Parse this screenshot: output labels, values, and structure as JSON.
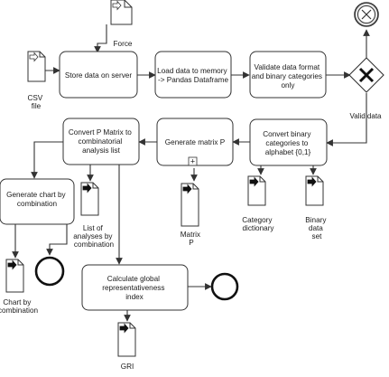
{
  "tasks": {
    "store": "Store data on server",
    "load": [
      "Load data to memory",
      "-> Pandas Dataframe"
    ],
    "validate": [
      "Validate data format",
      "and binary categories",
      "only"
    ],
    "convert_binary": [
      "Convert binary",
      "categories to",
      "alphabet {0,1}"
    ],
    "gen_matrix": "Generate matrix P",
    "convert_p": [
      "Convert P Matrix to",
      "combinatorial",
      "analysis list"
    ],
    "gen_chart": [
      "Generate chart by",
      "combination"
    ],
    "calc_gri": [
      "Calculate global",
      "representativeness",
      "index"
    ]
  },
  "data_objects": {
    "force": "Force",
    "csv": [
      "CSV",
      "file"
    ],
    "category_dict": [
      "Category",
      "dictionary"
    ],
    "binary_set": [
      "Binary",
      "data",
      "set"
    ],
    "matrix_p": [
      "Matrix",
      "P"
    ],
    "analyses_list": [
      "List of",
      "analyses by",
      "combination"
    ],
    "chart": [
      "Chart by",
      "combination"
    ],
    "gri": "GRI"
  },
  "gateway_label": "Valid data",
  "subprocess_marker": "+",
  "colors": {
    "stroke": "#333333",
    "fill": "#ffffff",
    "end_event_fill": "#e6e6e6",
    "gateway_fill": "#ffffff"
  }
}
